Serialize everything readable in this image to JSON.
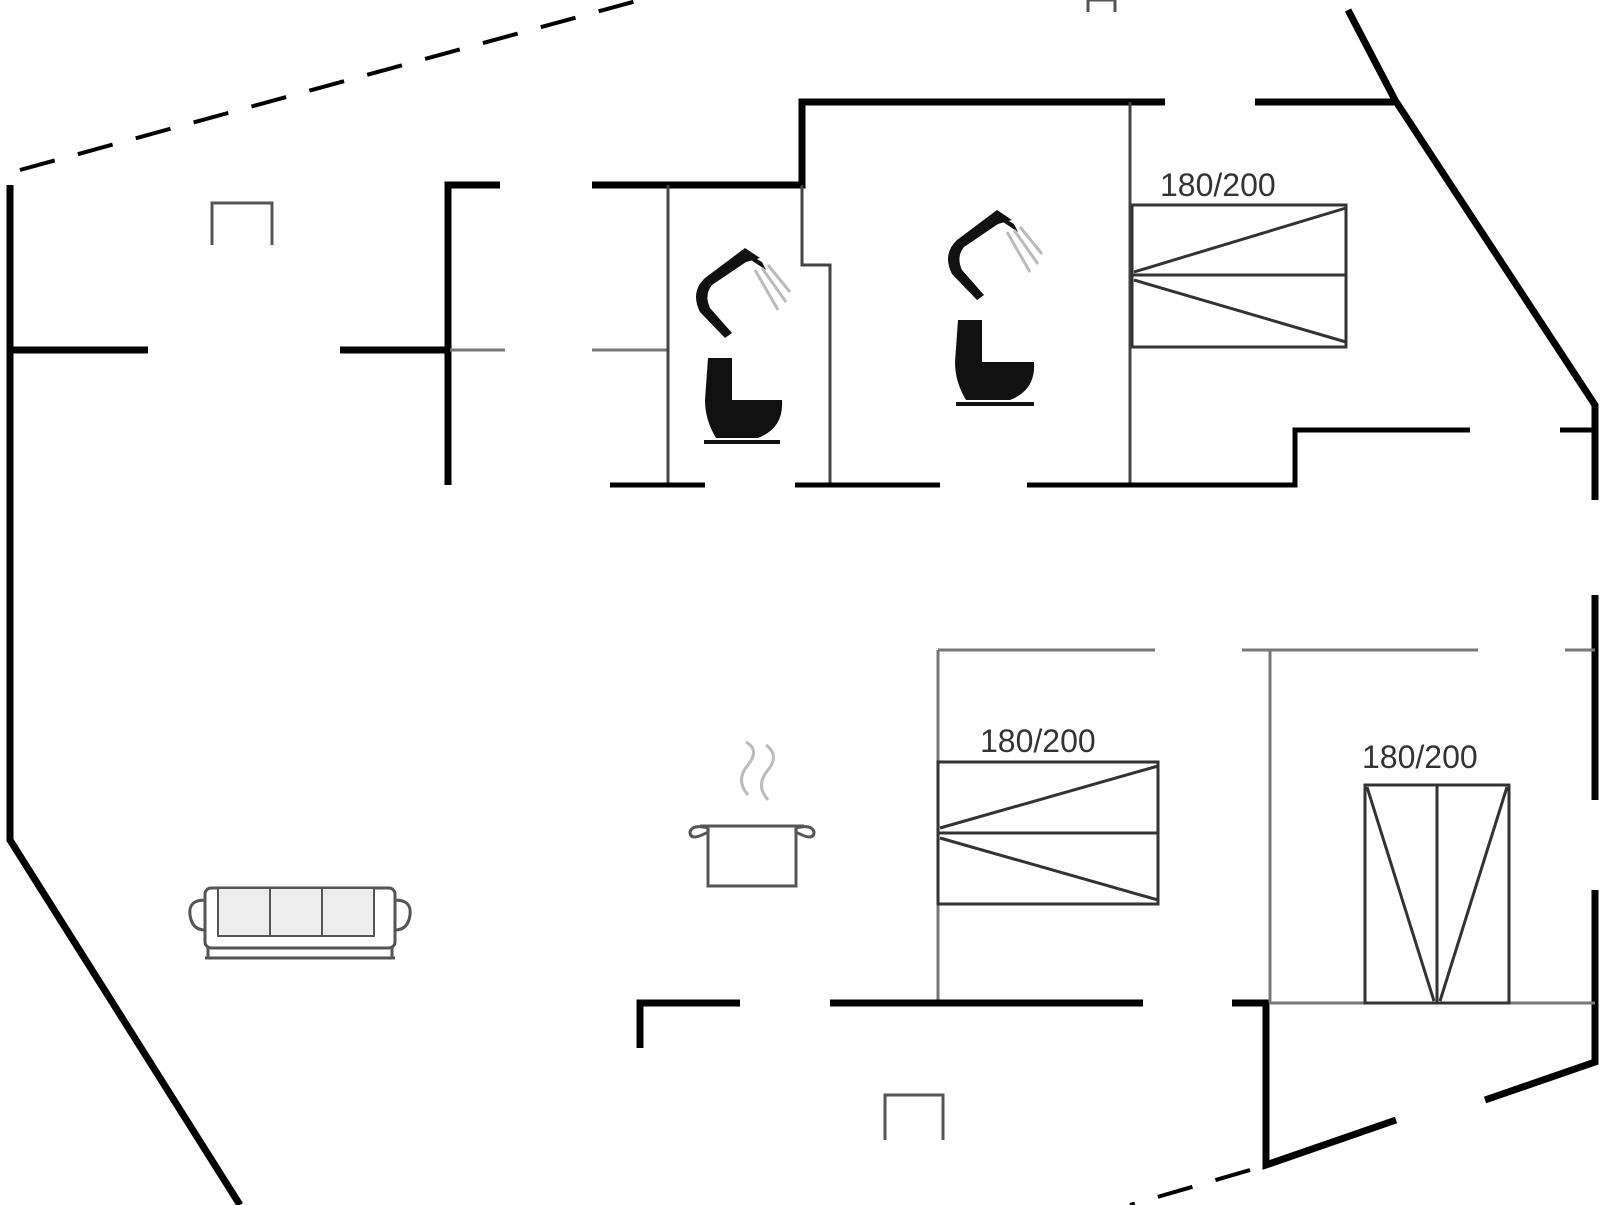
{
  "beds": [
    {
      "size": "180/200"
    },
    {
      "size": "180/200"
    },
    {
      "size": "180/200"
    }
  ]
}
